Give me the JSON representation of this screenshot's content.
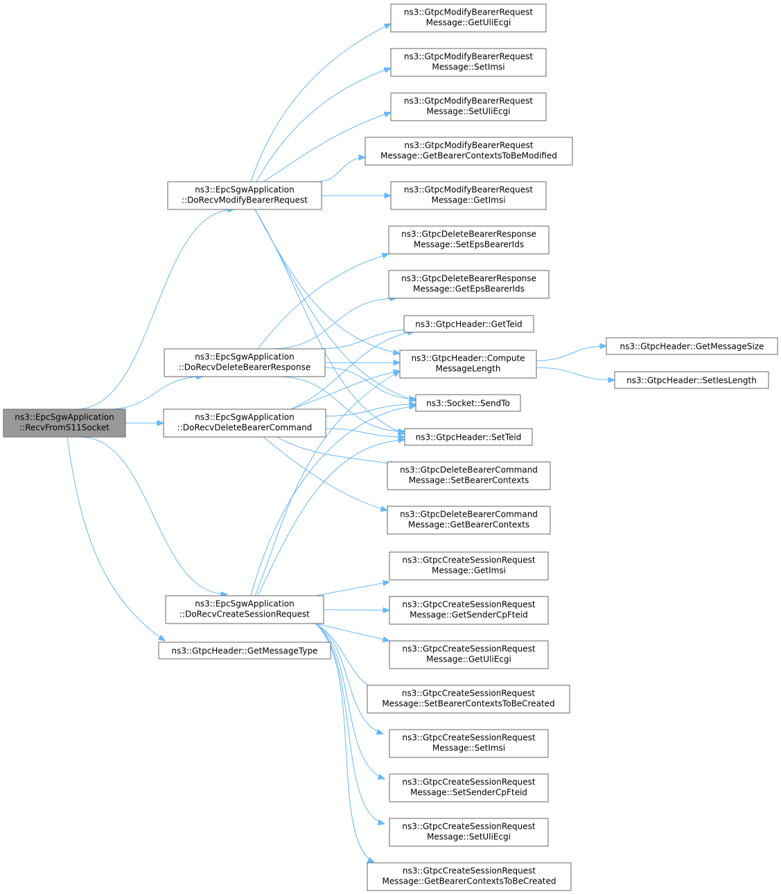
{
  "colors": {
    "edge": "#63b8ff",
    "node_border": "#666666",
    "root_fill": "#999999",
    "node_fill": "#ffffff"
  },
  "nodes": {
    "root": [
      "ns3::EpcSgwApplication",
      "::RecvFromS11Socket"
    ],
    "modify": [
      "ns3::EpcSgwApplication",
      "::DoRecvModifyBearerRequest"
    ],
    "delresp": [
      "ns3::EpcSgwApplication",
      "::DoRecvDeleteBearerResponse"
    ],
    "delcmd": [
      "ns3::EpcSgwApplication",
      "::DoRecvDeleteBearerCommand"
    ],
    "create": [
      "ns3::EpcSgwApplication",
      "::DoRecvCreateSessionRequest"
    ],
    "msgtype": [
      "ns3::GtpcHeader::GetMessageType"
    ],
    "mb_getuli": [
      "ns3::GtpcModifyBearerRequest",
      "Message::GetUliEcgi"
    ],
    "mb_setimsi": [
      "ns3::GtpcModifyBearerRequest",
      "Message::SetImsi"
    ],
    "mb_setuli": [
      "ns3::GtpcModifyBearerRequest",
      "Message::SetUliEcgi"
    ],
    "mb_getctx": [
      "ns3::GtpcModifyBearerRequest",
      "Message::GetBearerContextsToBeModified"
    ],
    "mb_getimsi": [
      "ns3::GtpcModifyBearerRequest",
      "Message::GetImsi"
    ],
    "dr_set": [
      "ns3::GtpcDeleteBearerResponse",
      "Message::SetEpsBearerIds"
    ],
    "dr_get": [
      "ns3::GtpcDeleteBearerResponse",
      "Message::GetEpsBearerIds"
    ],
    "getteid": [
      "ns3::GtpcHeader::GetTeid"
    ],
    "compute": [
      "ns3::GtpcHeader::Compute",
      "MessageLength"
    ],
    "sendto": [
      "ns3::Socket::SendTo"
    ],
    "setteid": [
      "ns3::GtpcHeader::SetTeid"
    ],
    "dc_set": [
      "ns3::GtpcDeleteBearerCommand",
      "Message::SetBearerContexts"
    ],
    "dc_get": [
      "ns3::GtpcDeleteBearerCommand",
      "Message::GetBearerContexts"
    ],
    "msgsize": [
      "ns3::GtpcHeader::GetMessageSize"
    ],
    "ieslen": [
      "ns3::GtpcHeader::SetIesLength"
    ],
    "cs_getimsi": [
      "ns3::GtpcCreateSessionRequest",
      "Message::GetImsi"
    ],
    "cs_getsender": [
      "ns3::GtpcCreateSessionRequest",
      "Message::GetSenderCpFteid"
    ],
    "cs_getuli": [
      "ns3::GtpcCreateSessionRequest",
      "Message::GetUliEcgi"
    ],
    "cs_setctx": [
      "ns3::GtpcCreateSessionRequest",
      "Message::SetBearerContextsToBeCreated"
    ],
    "cs_setimsi": [
      "ns3::GtpcCreateSessionRequest",
      "Message::SetImsi"
    ],
    "cs_setsender": [
      "ns3::GtpcCreateSessionRequest",
      "Message::SetSenderCpFteid"
    ],
    "cs_setuli": [
      "ns3::GtpcCreateSessionRequest",
      "Message::SetUliEcgi"
    ],
    "cs_getctx": [
      "ns3::GtpcCreateSessionRequest",
      "Message::GetBearerContextsToBeCreated"
    ]
  },
  "edges": [
    [
      "root",
      "modify"
    ],
    [
      "root",
      "delresp"
    ],
    [
      "root",
      "delcmd"
    ],
    [
      "root",
      "create"
    ],
    [
      "root",
      "msgtype"
    ],
    [
      "modify",
      "mb_getuli"
    ],
    [
      "modify",
      "mb_setimsi"
    ],
    [
      "modify",
      "mb_setuli"
    ],
    [
      "modify",
      "mb_getctx"
    ],
    [
      "modify",
      "mb_getimsi"
    ],
    [
      "modify",
      "compute"
    ],
    [
      "modify",
      "sendto"
    ],
    [
      "modify",
      "setteid"
    ],
    [
      "delresp",
      "dr_set"
    ],
    [
      "delresp",
      "dr_get"
    ],
    [
      "delresp",
      "getteid"
    ],
    [
      "delresp",
      "compute"
    ],
    [
      "delresp",
      "sendto"
    ],
    [
      "delresp",
      "setteid"
    ],
    [
      "delcmd",
      "getteid"
    ],
    [
      "delcmd",
      "compute"
    ],
    [
      "delcmd",
      "sendto"
    ],
    [
      "delcmd",
      "setteid"
    ],
    [
      "delcmd",
      "dc_set"
    ],
    [
      "delcmd",
      "dc_get"
    ],
    [
      "create",
      "compute"
    ],
    [
      "create",
      "sendto"
    ],
    [
      "create",
      "setteid"
    ],
    [
      "create",
      "cs_getimsi"
    ],
    [
      "create",
      "cs_getsender"
    ],
    [
      "create",
      "cs_getuli"
    ],
    [
      "create",
      "cs_setctx"
    ],
    [
      "create",
      "cs_setimsi"
    ],
    [
      "create",
      "cs_setsender"
    ],
    [
      "create",
      "cs_setuli"
    ],
    [
      "create",
      "cs_getctx"
    ],
    [
      "compute",
      "msgsize"
    ],
    [
      "compute",
      "ieslen"
    ]
  ]
}
